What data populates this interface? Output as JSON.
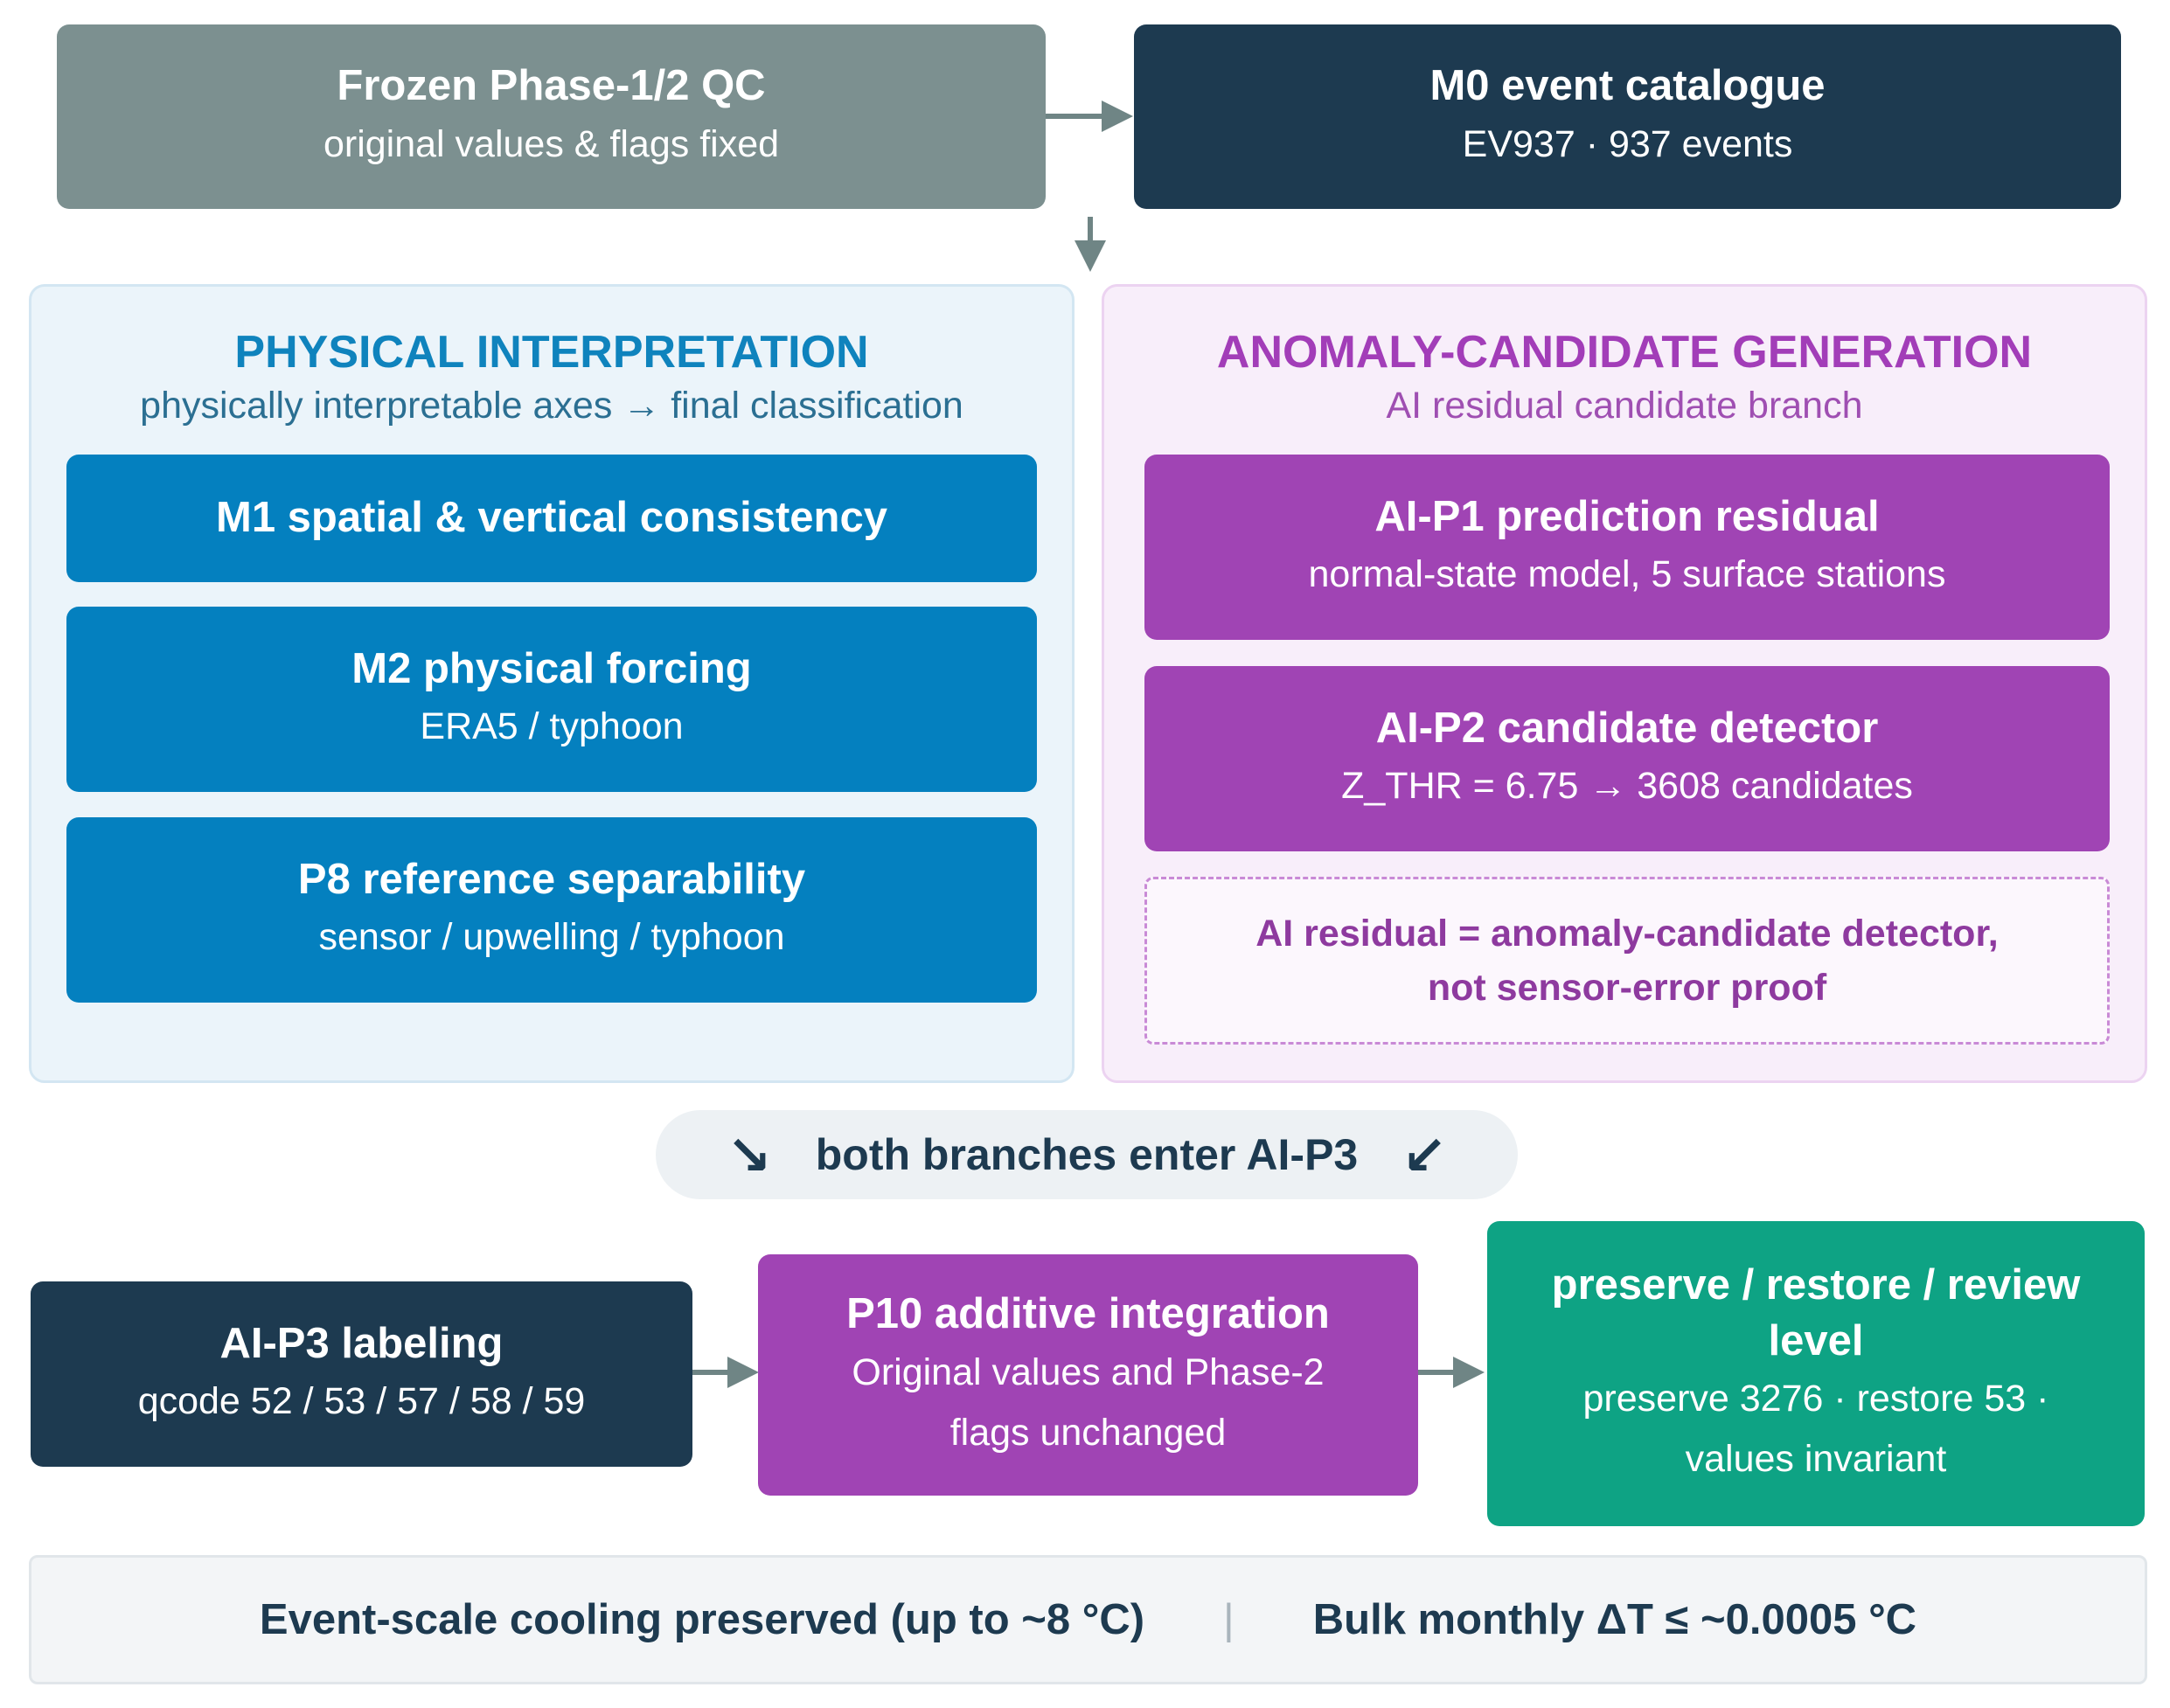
{
  "top": {
    "frozen": {
      "title": "Frozen Phase-1/2 QC",
      "sub": "original values & flags fixed"
    },
    "catalogue": {
      "title": "M0 event catalogue",
      "sub": "EV937 · 937 events"
    }
  },
  "physical": {
    "title": "PHYSICAL INTERPRETATION",
    "subtitle": "physically interpretable axes → final classification",
    "m1": {
      "title": "M1 spatial & vertical consistency"
    },
    "m2": {
      "title": "M2 physical forcing",
      "sub": "ERA5 / typhoon"
    },
    "p8": {
      "title": "P8 reference separability",
      "sub": "sensor / upwelling / typhoon"
    }
  },
  "anomaly": {
    "title": "ANOMALY-CANDIDATE GENERATION",
    "subtitle": "AI residual candidate branch",
    "aip1": {
      "title": "AI-P1 prediction residual",
      "sub": "normal-state model, 5 surface stations"
    },
    "aip2": {
      "title": "AI-P2 candidate detector",
      "sub": "Z_THR = 6.75 → 3608 candidates"
    },
    "note": {
      "line1": "AI residual = anomaly-candidate detector,",
      "line2": "not sensor-error proof"
    }
  },
  "merge": {
    "label": "both branches enter AI-P3",
    "left_arrow": "↘",
    "right_arrow": "↙"
  },
  "bottom": {
    "aip3": {
      "title": "AI-P3 labeling",
      "sub": "qcode 52 / 53 / 57 / 58 / 59"
    },
    "p10": {
      "title": "P10 additive integration",
      "sub1": "Original values and Phase-2",
      "sub2": "flags unchanged"
    },
    "level": {
      "title1": "preserve / restore / review",
      "title2": "level",
      "sub1": "preserve 3276 · restore 53 ·",
      "sub2": "values invariant"
    }
  },
  "footer": {
    "left": "Event-scale cooling preserved (up to ~8 °C)",
    "separator": "|",
    "right": "Bulk monthly ΔT ≤ ~0.0005 °C"
  },
  "colors": {
    "gray": "#7c9090",
    "navy": "#1d3a50",
    "blue": "#0480bf",
    "purple": "#a044b4",
    "green": "#0ea384",
    "arrow": "#6f8585"
  }
}
